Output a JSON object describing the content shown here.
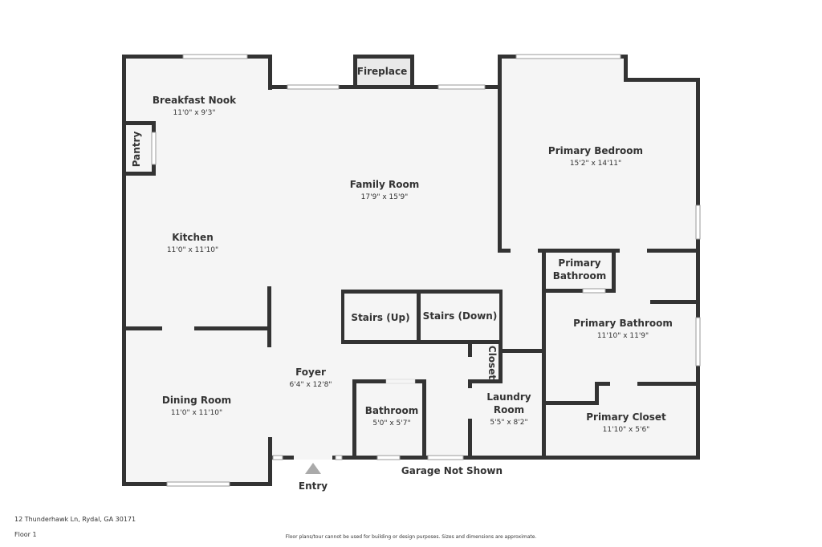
{
  "rooms": {
    "breakfast_nook": {
      "name": "Breakfast Nook",
      "dim": "11'0\" x 9'3\""
    },
    "pantry": {
      "name": "Pantry"
    },
    "kitchen": {
      "name": "Kitchen",
      "dim": "11'0\" x 11'10\""
    },
    "family_room": {
      "name": "Family Room",
      "dim": "17'9\" x 15'9\""
    },
    "primary_bedroom": {
      "name": "Primary Bedroom",
      "dim": "15'2\" x 14'11\""
    },
    "primary_bathroom_small": {
      "name_line1": "Primary",
      "name_line2": "Bathroom"
    },
    "primary_bathroom": {
      "name": "Primary Bathroom",
      "dim": "11'10\" x 11'9\""
    },
    "stairs_up": {
      "name": "Stairs (Up)"
    },
    "stairs_down": {
      "name": "Stairs (Down)"
    },
    "closet": {
      "name": "Closet"
    },
    "foyer": {
      "name": "Foyer",
      "dim": "6'4\" x 12'8\""
    },
    "dining_room": {
      "name": "Dining Room",
      "dim": "11'0\" x 11'10\""
    },
    "bathroom": {
      "name": "Bathroom",
      "dim": "5'0\" x 5'7\""
    },
    "laundry_room": {
      "name_line1": "Laundry",
      "name_line2": "Room",
      "dim": "5'5\" x 8'2\""
    },
    "primary_closet": {
      "name": "Primary Closet",
      "dim": "11'10\" x 5'6\""
    }
  },
  "labels": {
    "fireplace": "Fireplace",
    "entry": "Entry",
    "garage": "Garage Not Shown"
  },
  "footer": {
    "address": "12 Thunderhawk Ln, Rydal, GA 30171",
    "floor": "Floor 1",
    "disclaimer": "Floor plans/tour cannot be used for building or design purposes. Sizes and dimensions are approximate."
  },
  "colors": {
    "wall": "#333333",
    "floor": "#f5f5f5",
    "background": "#ffffff"
  }
}
